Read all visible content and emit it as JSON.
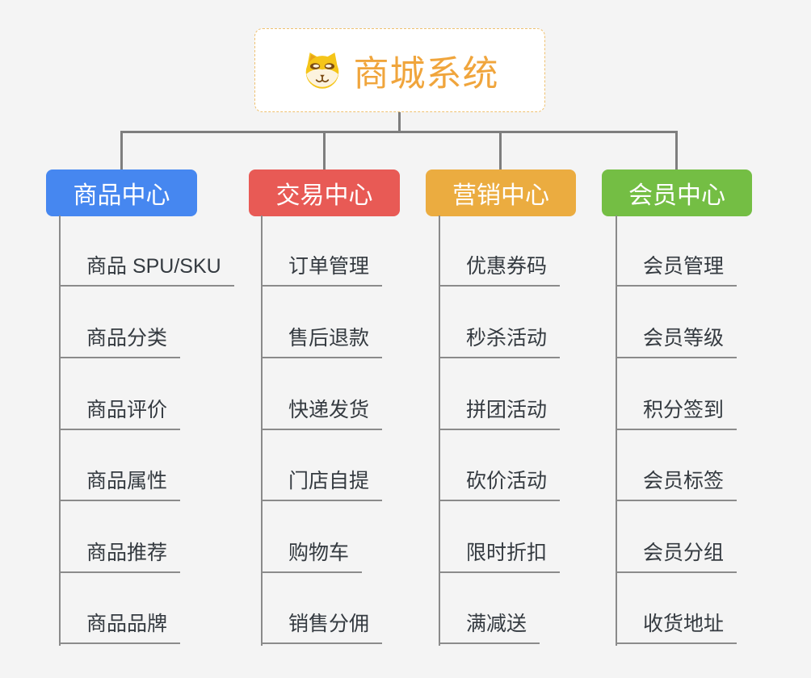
{
  "root": {
    "title": "商城系统",
    "icon": "shiba-dog-icon"
  },
  "branches": [
    {
      "label": "商品中心",
      "color": "#4687F0",
      "items": [
        "商品 SPU/SKU",
        "商品分类",
        "商品评价",
        "商品属性",
        "商品推荐",
        "商品品牌"
      ]
    },
    {
      "label": "交易中心",
      "color": "#E85A55",
      "items": [
        "订单管理",
        "售后退款",
        "快递发货",
        "门店自提",
        "购物车",
        "销售分佣"
      ]
    },
    {
      "label": "营销中心",
      "color": "#EBAC40",
      "items": [
        "优惠券码",
        "秒杀活动",
        "拼团活动",
        "砍价活动",
        "限时折扣",
        "满减送"
      ]
    },
    {
      "label": "会员中心",
      "color": "#74BE44",
      "items": [
        "会员管理",
        "会员等级",
        "积分签到",
        "会员标签",
        "会员分组",
        "收货地址"
      ]
    }
  ],
  "colors": {
    "background": "#F4F4F4",
    "root_accent": "#F0A53C",
    "root_border": "#EFC170",
    "connector": "#7E7E7E",
    "underline": "#8B8B8B",
    "item_text": "#343A40"
  }
}
